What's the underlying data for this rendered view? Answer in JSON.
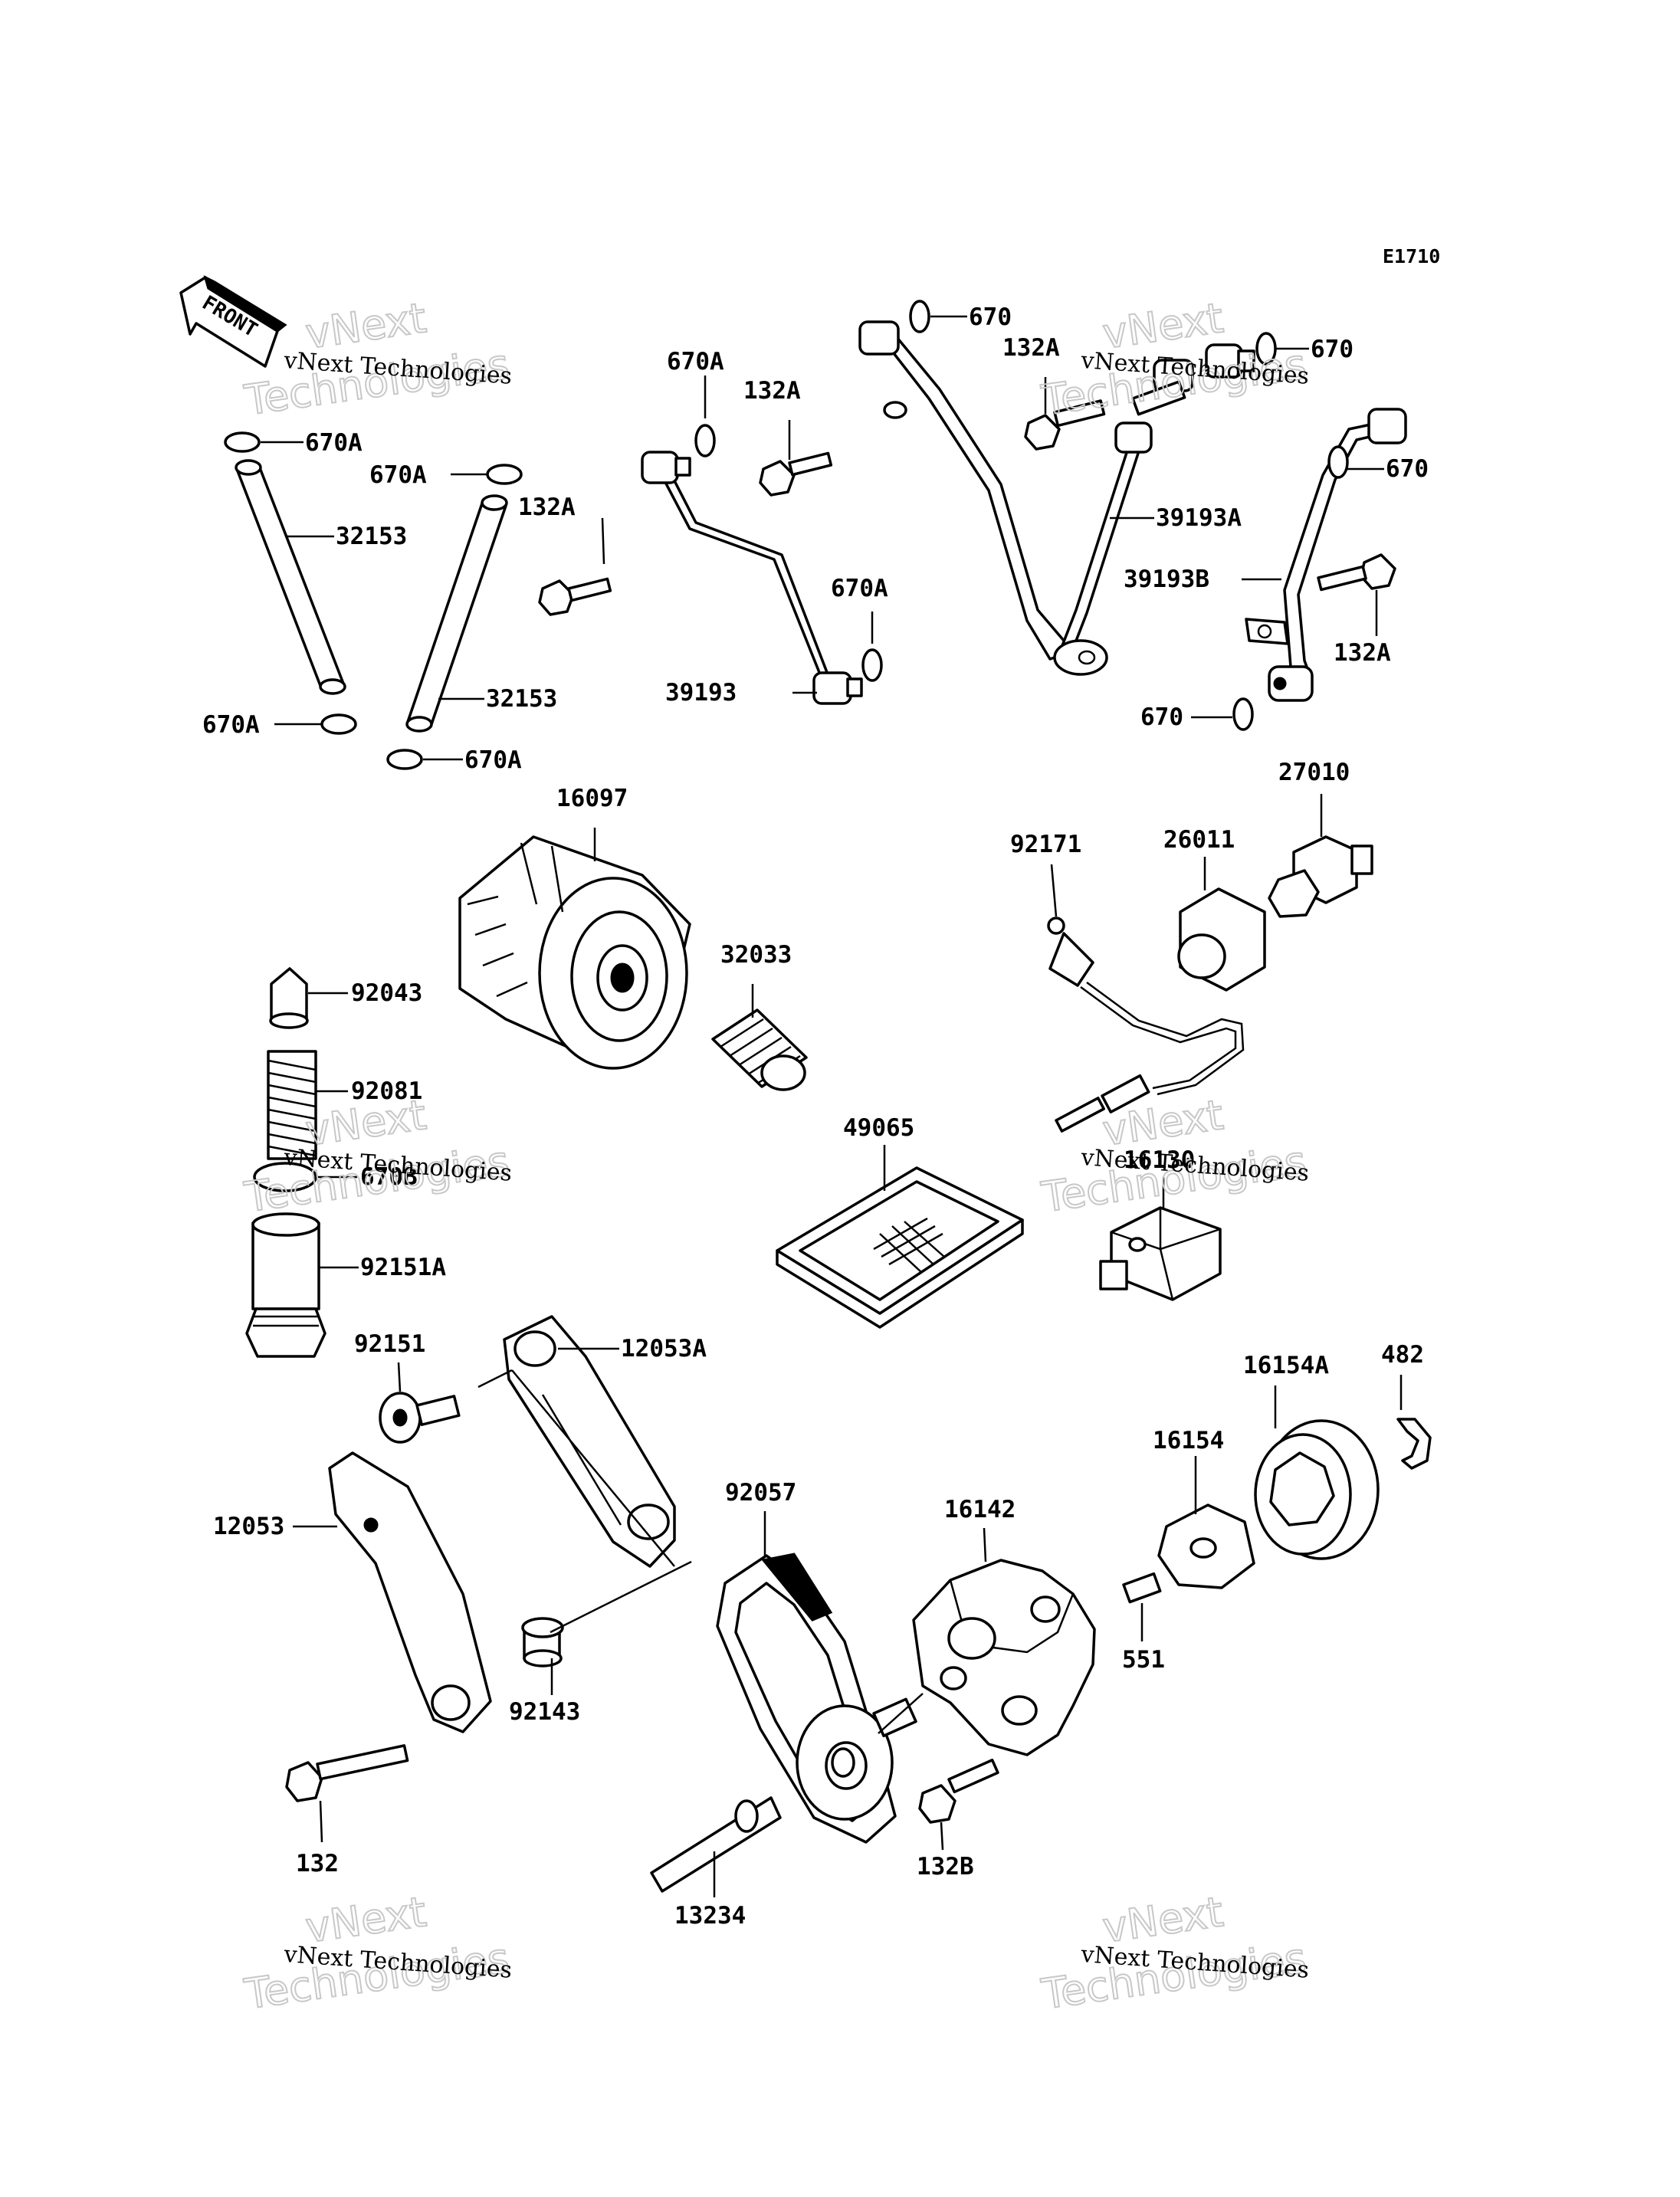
{
  "diagram_code": "E1710",
  "front_arrow_label": "FRONT",
  "watermark": {
    "small": "vNext Technologies",
    "large_line1": "vNext",
    "large_line2": "Technologies"
  },
  "parts": {
    "p670a_1": "670A",
    "p32153_1": "32153",
    "p670a_2": "670A",
    "p670a_3": "670A",
    "p32153_2": "32153",
    "p670a_4": "670A",
    "p670a_5": "670A",
    "p132a_1": "132A",
    "p132a_2": "132A",
    "p670a_6": "670A",
    "p39193": "39193",
    "p670_1": "670",
    "p132a_3": "132A",
    "p670_2": "670",
    "p39193a": "39193A",
    "p670_3": "670",
    "p39193b": "39193B",
    "p132a_4": "132A",
    "p670_4": "670",
    "p16097": "16097",
    "p32033": "32033",
    "p92043": "92043",
    "p92081": "92081",
    "p670b": "670B",
    "p92151a": "92151A",
    "p92171": "92171",
    "p26011": "26011",
    "p27010": "27010",
    "p49065": "49065",
    "p16130": "16130",
    "p92151": "92151",
    "p12053a": "12053A",
    "p12053": "12053",
    "p92143": "92143",
    "p132": "132",
    "p92057": "92057",
    "p16142": "16142",
    "p16154": "16154",
    "p16154a": "16154A",
    "p482": "482",
    "p551": "551",
    "p132b": "132B",
    "p13234": "13234"
  }
}
